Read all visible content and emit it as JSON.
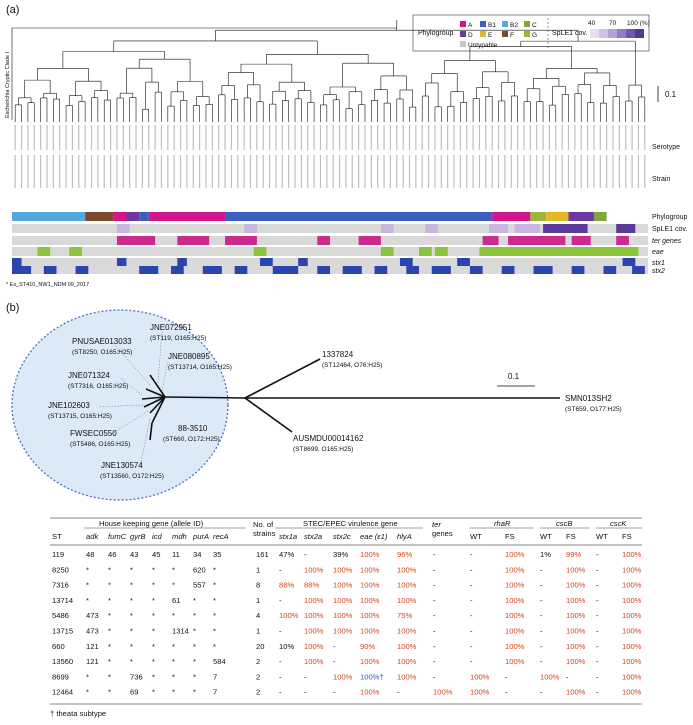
{
  "panel_a": {
    "label": "(a)",
    "scale_bar": "0.1",
    "outgroup_label": "Escherichia Cryptic Clade I",
    "footnote": "* Es_ST410_NW1_NDM 09_2017",
    "row_labels": {
      "serotype": "Serotype",
      "strain": "Strain",
      "phylogroup": "Phylogroup",
      "sple1": "SpLE1 cov.",
      "ter": "ter genes",
      "eae": "eae",
      "stx1": "stx1",
      "stx2": "stx2"
    },
    "legend": {
      "title": "Phylogroup",
      "items": [
        {
          "label": "A",
          "color": "#d4148a"
        },
        {
          "label": "B1",
          "color": "#3b5fbd"
        },
        {
          "label": "B2",
          "color": "#53a8dc"
        },
        {
          "label": "C",
          "color": "#7fa63a"
        },
        {
          "label": "D",
          "color": "#6a3aa0"
        },
        {
          "label": "E",
          "color": "#e6b62a"
        },
        {
          "label": "F",
          "color": "#7a4a2a"
        },
        {
          "label": "G",
          "color": "#9bb53a"
        },
        {
          "label": "Untypable",
          "color": "#c8c8c8"
        }
      ],
      "cov_title": "SpLE1 cov.",
      "cov_ticks": [
        "40",
        "70",
        "100 (%)"
      ]
    },
    "colors": {
      "stx_blue": "#2a45b0",
      "ter_pink": "#cc2a8c",
      "eae_green": "#8cc43c",
      "track_gray": "#d9d9d9",
      "sple1_light": "#c9b6e0",
      "sple1_dark": "#5a3a9a"
    }
  },
  "panel_b": {
    "label": "(b)",
    "scale_bar": "0.1",
    "tree_nodes": [
      {
        "name": "JNE072951",
        "info": "(ST119, O165:H25)"
      },
      {
        "name": "PNUSAE013033",
        "info": "(ST8250, O165:H25)"
      },
      {
        "name": "JNE080895",
        "info": "(ST13714, O165:H25)"
      },
      {
        "name": "JNE071324",
        "info": "(ST7316, O165:H25)"
      },
      {
        "name": "JNE102603",
        "info": "(ST13715, O165:H25)"
      },
      {
        "name": "FWSEC0550",
        "info": "(ST5486, O165:H25)"
      },
      {
        "name": "88-3510",
        "info": "(ST660, O172:H25)"
      },
      {
        "name": "JNE130574",
        "info": "(ST13560, O172:H25)"
      },
      {
        "name": "1337824",
        "info": "(ST12464, O76:H25)"
      },
      {
        "name": "AUSMDU00014162",
        "info": "(ST8699, O165:H25)"
      },
      {
        "name": "SMN013SH2",
        "info": "(ST659, O177:H25)"
      }
    ],
    "table": {
      "group_headers": {
        "housekeeping": "House keeping gene (allele ID)",
        "no_strains": "No. of",
        "no_strains2": "strains",
        "stec": "STEC/EPEC virulence gene",
        "ter": "ter",
        "ter2": "genes",
        "rhaR": "rhaR",
        "cscB": "cscB",
        "cscK": "cscK"
      },
      "columns": [
        "ST",
        "adk",
        "fumC",
        "gyrB",
        "icd",
        "mdh",
        "purA",
        "recA",
        "",
        "stx1a",
        "stx2a",
        "stx2c",
        "eae (ε1)",
        "hlyA",
        "",
        "WT",
        "FS",
        "WT",
        "FS",
        "WT",
        "FS"
      ],
      "rows": [
        [
          "119",
          "48",
          "46",
          "43",
          "45",
          "11",
          "34",
          "35",
          "161",
          "47%",
          "-",
          "39%",
          "100%",
          "96%",
          "-",
          "-",
          "100%",
          "1%",
          "99%",
          "-",
          "100%"
        ],
        [
          "8250",
          "*",
          "*",
          "*",
          "*",
          "*",
          "620",
          "*",
          "1",
          "-",
          "100%",
          "100%",
          "100%",
          "100%",
          "-",
          "-",
          "100%",
          "-",
          "100%",
          "-",
          "100%"
        ],
        [
          "7316",
          "*",
          "*",
          "*",
          "*",
          "*",
          "557",
          "*",
          "8",
          "88%",
          "88%",
          "100%",
          "100%",
          "100%",
          "-",
          "-",
          "100%",
          "-",
          "100%",
          "-",
          "100%"
        ],
        [
          "13714",
          "*",
          "*",
          "*",
          "*",
          "61",
          "*",
          "*",
          "1",
          "-",
          "100%",
          "100%",
          "100%",
          "100%",
          "-",
          "-",
          "100%",
          "-",
          "100%",
          "-",
          "100%"
        ],
        [
          "5486",
          "473",
          "*",
          "*",
          "*",
          "*",
          "*",
          "*",
          "4",
          "100%",
          "100%",
          "100%",
          "100%",
          "75%",
          "-",
          "-",
          "100%",
          "-",
          "100%",
          "-",
          "100%"
        ],
        [
          "13715",
          "473",
          "*",
          "*",
          "*",
          "1314",
          "*",
          "*",
          "1",
          "-",
          "100%",
          "100%",
          "100%",
          "100%",
          "-",
          "-",
          "100%",
          "-",
          "100%",
          "-",
          "100%"
        ],
        [
          "660",
          "121",
          "*",
          "*",
          "*",
          "*",
          "*",
          "*",
          "20",
          "10%",
          "100%",
          "-",
          "90%",
          "100%",
          "-",
          "-",
          "100%",
          "-",
          "100%",
          "-",
          "100%"
        ],
        [
          "13560",
          "121",
          "*",
          "*",
          "*",
          "*",
          "*",
          "584",
          "2",
          "-",
          "100%",
          "-",
          "100%",
          "100%",
          "-",
          "-",
          "100%",
          "-",
          "100%",
          "-",
          "100%"
        ],
        [
          "8699",
          "*",
          "*",
          "736",
          "*",
          "*",
          "*",
          "7",
          "2",
          "-",
          "-",
          "100%",
          "100%†",
          "100%",
          "-",
          "100%",
          "-",
          "100%",
          "-",
          "-",
          "100%"
        ],
        [
          "12464",
          "*",
          "*",
          "69",
          "*",
          "*",
          "*",
          "7",
          "2",
          "-",
          "-",
          "-",
          "100%",
          "-",
          "100%",
          "100%",
          "-",
          "-",
          "100%",
          "-",
          "100%"
        ]
      ],
      "footnote": "† theata subtype"
    }
  }
}
